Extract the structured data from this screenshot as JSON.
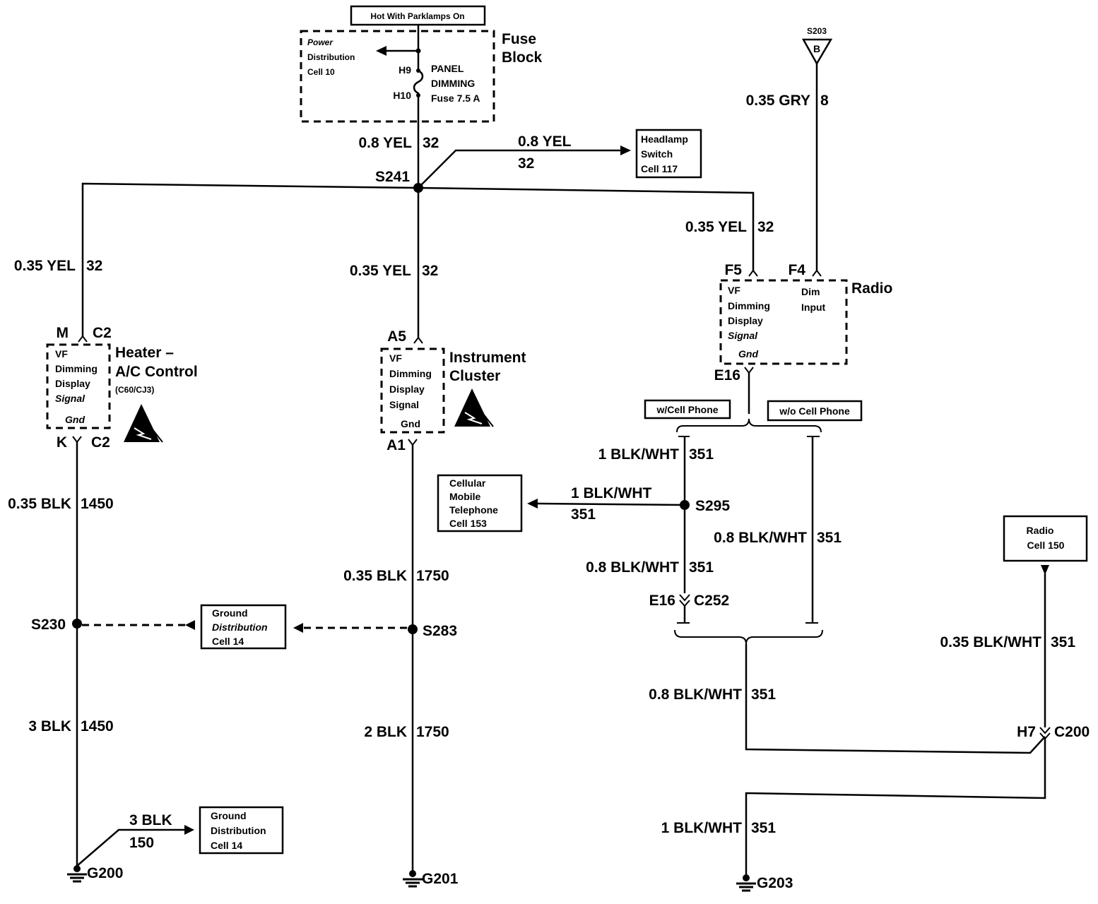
{
  "header": {
    "hot_label": "Hot With Parklamps On"
  },
  "fuse_block": {
    "title_line1": "Fuse",
    "title_line2": "Block",
    "power_dist_line1": "Power",
    "power_dist_line2": "Distribution",
    "power_dist_line3": "Cell 10",
    "terminal_in": "H9",
    "terminal_out": "H10",
    "fuse_line1": "PANEL",
    "fuse_line2": "DIMMING",
    "fuse_line3": "Fuse 7.5 A"
  },
  "splices": {
    "s241": "S241",
    "s230": "S230",
    "s283": "S283",
    "s295": "S295",
    "s203": "S203",
    "s203_letter": "B"
  },
  "headlamp_switch": {
    "line1": "Headlamp",
    "line2": "Switch",
    "line3": "Cell 117"
  },
  "wires": {
    "fuse_out": {
      "gauge": "0.8 YEL",
      "circuit": "32"
    },
    "to_headlamp": {
      "gauge": "0.8 YEL",
      "circuit": "32"
    },
    "to_heater": {
      "gauge": "0.35 YEL",
      "circuit": "32"
    },
    "to_cluster": {
      "gauge": "0.35 YEL",
      "circuit": "32"
    },
    "to_radio_f5": {
      "gauge": "0.35 YEL",
      "circuit": "32"
    },
    "radio_f4": {
      "gauge": "0.35 GRY",
      "circuit": "8"
    },
    "heater_gnd": {
      "gauge": "0.35 BLK",
      "circuit": "1450"
    },
    "heater_gnd2": {
      "gauge": "3 BLK",
      "circuit": "1450"
    },
    "g200_branch": {
      "gauge": "3 BLK",
      "circuit": "150"
    },
    "cluster_gnd": {
      "gauge": "0.35 BLK",
      "circuit": "1750"
    },
    "cluster_gnd2": {
      "gauge": "2 BLK",
      "circuit": "1750"
    },
    "cell_top": {
      "gauge": "1 BLK/WHT",
      "circuit": "351"
    },
    "cell_phone": {
      "gauge": "1 BLK/WHT",
      "circuit": "351"
    },
    "cell_lower": {
      "gauge": "0.8 BLK/WHT",
      "circuit": "351"
    },
    "wo_cell": {
      "gauge": "0.8 BLK/WHT",
      "circuit": "351"
    },
    "merge": {
      "gauge": "0.8 BLK/WHT",
      "circuit": "351"
    },
    "radio150": {
      "gauge": "0.35 BLK/WHT",
      "circuit": "351"
    },
    "g203": {
      "gauge": "1 BLK/WHT",
      "circuit": "351"
    }
  },
  "heater": {
    "pin_top": "M",
    "conn_top": "C2",
    "pin_bot": "K",
    "conn_bot": "C2",
    "title_line1": "Heater –",
    "title_line2": "A/C Control",
    "title_line3": "(C60/CJ3)",
    "signal_line1": "VF",
    "signal_line2": "Dimming",
    "signal_line3": "Display",
    "signal_line4": "Signal",
    "gnd": "Gnd"
  },
  "cluster": {
    "pin_top": "A5",
    "pin_bot": "A1",
    "title_line1": "Instrument",
    "title_line2": "Cluster",
    "signal_line1": "VF",
    "signal_line2": "Dimming",
    "signal_line3": "Display",
    "signal_line4": "Signal",
    "gnd": "Gnd"
  },
  "radio": {
    "pin_f5": "F5",
    "pin_f4": "F4",
    "pin_e16": "E16",
    "title": "Radio",
    "signal_line1": "VF",
    "signal_line2": "Dimming",
    "signal_line3": "Display",
    "signal_line4": "Signal",
    "gnd": "Gnd",
    "dim_line1": "Dim",
    "dim_line2": "Input"
  },
  "options": {
    "with_phone": "w/Cell Phone",
    "without_phone": "w/o Cell Phone"
  },
  "cellular": {
    "line1": "Cellular",
    "line2": "Mobile",
    "line3": "Telephone",
    "line4": "Cell 153"
  },
  "connectors": {
    "c252_pin": "E16",
    "c252": "C252",
    "c200_pin": "H7",
    "c200": "C200"
  },
  "radio_cell150": {
    "line1": "Radio",
    "line2": "Cell 150"
  },
  "ground_dist_a": {
    "line1": "Ground",
    "line2": "Distribution",
    "line3": "Cell 14"
  },
  "ground_dist_b": {
    "line1": "Ground",
    "line2": "Distribution",
    "line3": "Cell 14"
  },
  "grounds": {
    "g200": "G200",
    "g201": "G201",
    "g203": "G203"
  }
}
